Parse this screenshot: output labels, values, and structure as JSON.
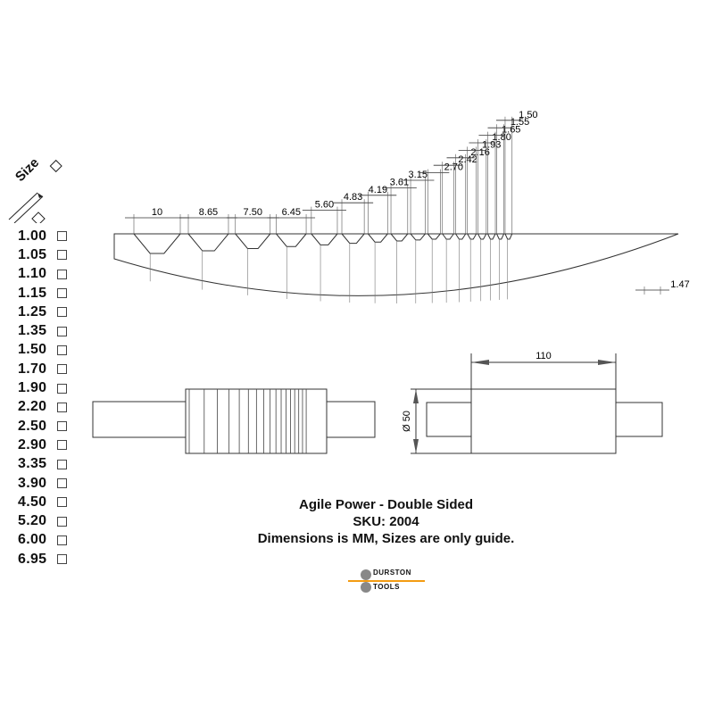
{
  "sizes": {
    "heading": "Size",
    "values": [
      "1.00",
      "1.05",
      "1.10",
      "1.15",
      "1.25",
      "1.35",
      "1.50",
      "1.70",
      "1.90",
      "2.20",
      "2.50",
      "2.90",
      "3.35",
      "3.90",
      "4.50",
      "5.20",
      "6.00",
      "6.95"
    ]
  },
  "profile_dimensions": [
    "10",
    "8.65",
    "7.50",
    "6.45",
    "5.60",
    "4.83",
    "4.19",
    "3.61",
    "3.15",
    "2.70",
    "2.42",
    "2.16",
    "1.93",
    "1.80",
    "1.65",
    "1.55",
    "1.50",
    "1.47"
  ],
  "side_view": {
    "length_label": "110",
    "diameter_label": "Ø 50"
  },
  "caption": {
    "title": "Agile Power - Double Sided",
    "sku": "SKU: 2004",
    "note": "Dimensions is MM, Sizes are only guide."
  },
  "logo": {
    "line1": "DURSTON",
    "line2": "TOOLS",
    "accent_color": "#f39c12",
    "circle_color": "#888888"
  }
}
